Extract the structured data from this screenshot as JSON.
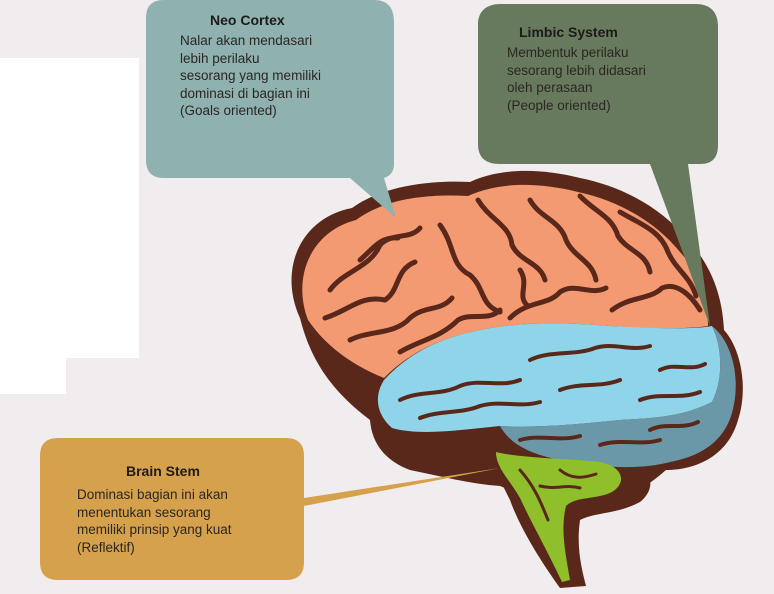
{
  "callouts": {
    "neo_cortex": {
      "title": "Neo Cortex",
      "lines": [
        "Nalar akan mendasari",
        "lebih perilaku",
        "sesorang yang memiliki",
        "dominasi di bagian ini",
        "(Goals oriented)"
      ]
    },
    "limbic_system": {
      "title": "Limbic System",
      "lines": [
        "Membentuk perilaku",
        "sesorang lebih didasari",
        "oleh perasaan",
        "(People oriented)"
      ]
    },
    "brain_stem": {
      "title": "Brain Stem",
      "lines": [
        "Dominasi bagian ini akan",
        "menentukan sesorang",
        "memiliki prinsip yang kuat",
        "(Reflektif)"
      ]
    }
  },
  "colors": {
    "background": "#f1eced",
    "neo_cortex_bubble": "#8fb1b0",
    "limbic_bubble": "#677a5e",
    "brain_stem_bubble": "#d6a14c",
    "cerebrum": "#f49a72",
    "limbic": "#8fd4e8",
    "cerebellum": "#6b98a9",
    "brainstem": "#8fbf2a",
    "outline": "#5a281a"
  }
}
